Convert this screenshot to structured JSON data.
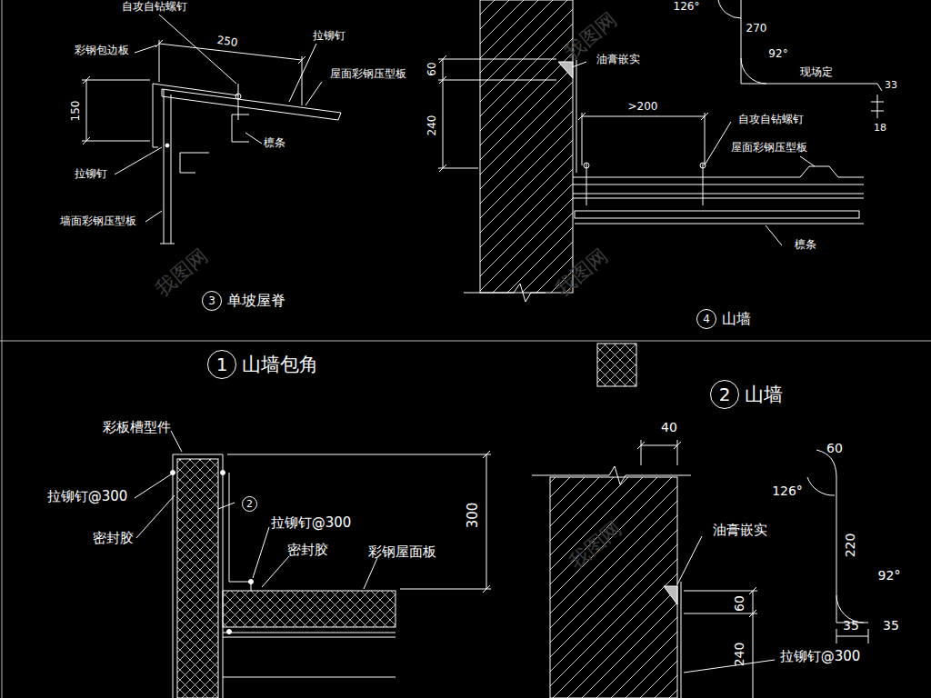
{
  "diagram": {
    "nodes": [
      {
        "text": [
          "3",
          "单坡屋脊"
        ]
      },
      {
        "text": [
          "4",
          "山墙"
        ]
      },
      {
        "text": [
          "1",
          "山墙包角"
        ]
      },
      {
        "text": [
          "2",
          "山墙"
        ]
      },
      {
        "text": [
          "2"
        ]
      }
    ],
    "labels": [
      "自攻自钻螺钉",
      "彩钢包边板",
      "250",
      "拉铆钉",
      "屋面彩钢压型板",
      "150",
      "檩条",
      "拉铆钉",
      "墙面彩钢压型板",
      "126°",
      "270",
      "92°",
      "现场定",
      "33",
      "18",
      "60",
      "240",
      "油膏嵌实",
      ">200",
      "自攻自钻螺钉",
      "屋面彩钢压型板",
      "檩条",
      "彩板槽型件",
      "拉铆钉@300",
      "密封胶",
      "拉铆钉@300",
      "密封胶",
      "彩钢屋面板",
      "300",
      "40",
      "油膏嵌实",
      "60",
      "240",
      "拉铆钉@300",
      "60",
      "126°",
      "220",
      "92°",
      "35",
      "35",
      "我图网",
      "我图网",
      "我图网",
      "我图网"
    ]
  }
}
